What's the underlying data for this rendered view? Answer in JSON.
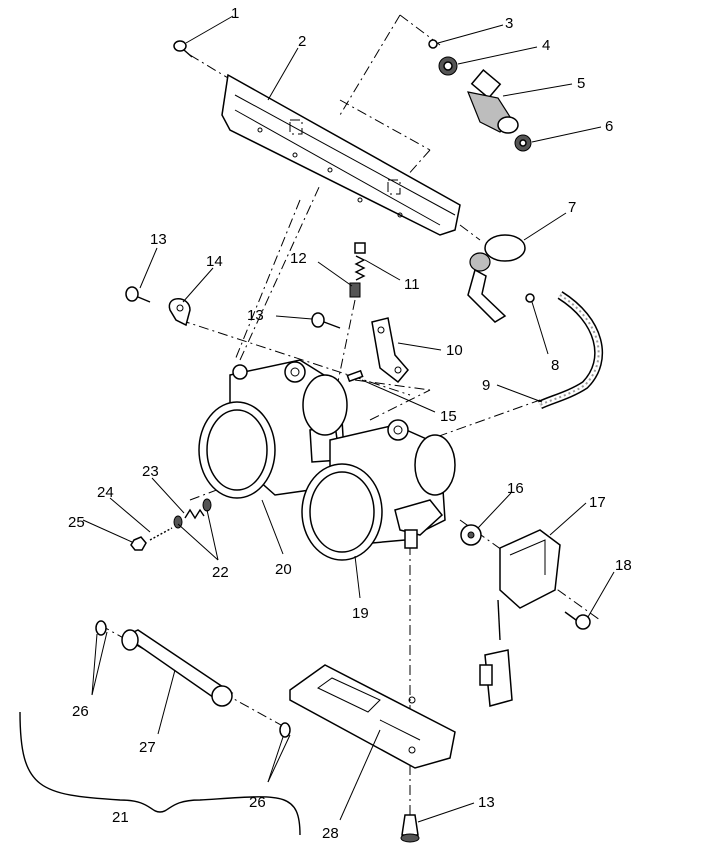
{
  "callouts": [
    {
      "id": "c1",
      "text": "1"
    },
    {
      "id": "c2",
      "text": "2"
    },
    {
      "id": "c3",
      "text": "3"
    },
    {
      "id": "c4",
      "text": "4"
    },
    {
      "id": "c5",
      "text": "5"
    },
    {
      "id": "c6",
      "text": "6"
    },
    {
      "id": "c7",
      "text": "7"
    },
    {
      "id": "c8",
      "text": "8"
    },
    {
      "id": "c9",
      "text": "9"
    },
    {
      "id": "c10",
      "text": "10"
    },
    {
      "id": "c11",
      "text": "11"
    },
    {
      "id": "c12",
      "text": "12"
    },
    {
      "id": "c13a",
      "text": "13"
    },
    {
      "id": "c13b",
      "text": "13"
    },
    {
      "id": "c13c",
      "text": "13"
    },
    {
      "id": "c14",
      "text": "14"
    },
    {
      "id": "c15",
      "text": "15"
    },
    {
      "id": "c16",
      "text": "16"
    },
    {
      "id": "c17",
      "text": "17"
    },
    {
      "id": "c18",
      "text": "18"
    },
    {
      "id": "c19",
      "text": "19"
    },
    {
      "id": "c20",
      "text": "20"
    },
    {
      "id": "c21",
      "text": "21"
    },
    {
      "id": "c22",
      "text": "22"
    },
    {
      "id": "c23",
      "text": "23"
    },
    {
      "id": "c24",
      "text": "24"
    },
    {
      "id": "c25",
      "text": "25"
    },
    {
      "id": "c26a",
      "text": "26"
    },
    {
      "id": "c26b",
      "text": "26"
    },
    {
      "id": "c27",
      "text": "27"
    },
    {
      "id": "c28",
      "text": "28"
    }
  ]
}
